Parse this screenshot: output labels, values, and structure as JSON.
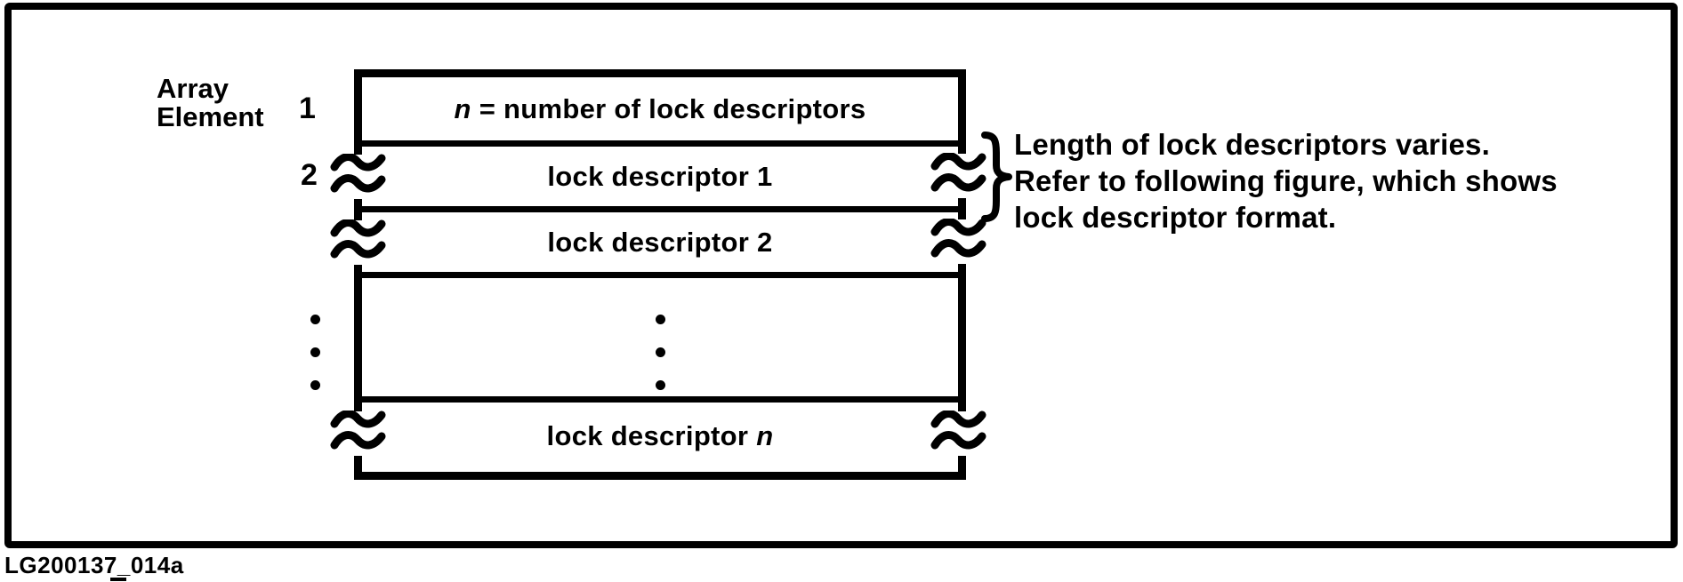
{
  "figure": {
    "caption": "LG200137_014a"
  },
  "colors": {
    "ink": "#000000",
    "paper": "#ffffff"
  },
  "array_label": {
    "line1": "Array",
    "line2": "Element"
  },
  "element_numbers": {
    "first": "1",
    "second": "2"
  },
  "table": {
    "rows": [
      {
        "name": "count",
        "var": "n",
        "rest": " = number of lock descriptors"
      },
      {
        "name": "lock-descriptor-1",
        "text": "lock descriptor 1"
      },
      {
        "name": "lock-descriptor-2",
        "text": "lock descriptor 2"
      },
      {
        "name": "continuation-gap",
        "text": ""
      },
      {
        "name": "lock-descriptor-n",
        "prefix": "lock descriptor ",
        "var": "n"
      }
    ]
  },
  "annotation": {
    "lines": [
      "Length of lock descriptors varies.",
      "Refer to following figure, which shows",
      "lock descriptor format."
    ]
  },
  "icons": {
    "break_mark": "≈",
    "ellipsis_vertical": "⋮",
    "curly_brace": "}"
  }
}
